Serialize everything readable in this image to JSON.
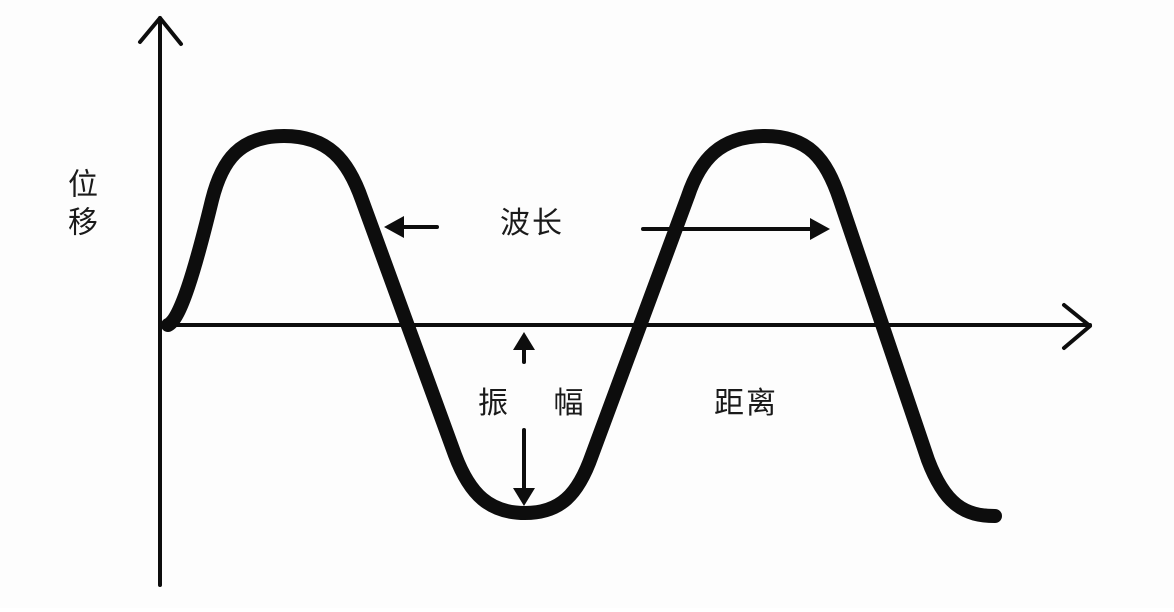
{
  "diagram": {
    "y_axis_label": "位移",
    "x_axis_label": "距离",
    "wavelength_label": "波长",
    "amplitude_label": "振 幅",
    "colors": {
      "ink": "#0d0d0d",
      "background": "#fdfdfd"
    }
  }
}
